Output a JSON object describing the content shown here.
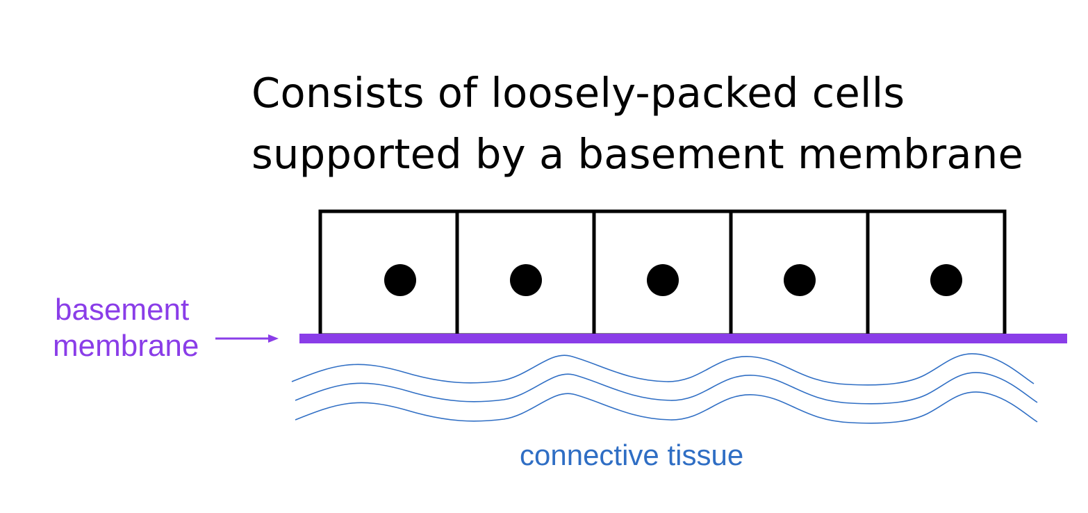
{
  "title": {
    "line1": "Consists of loosely-packed cells",
    "line2": "supported by a basement membrane"
  },
  "labels": {
    "basement_membrane_line1": "basement",
    "basement_membrane_line2": "membrane",
    "connective_tissue": "connective tissue"
  },
  "diagram": {
    "cell_count": 5,
    "colors": {
      "cell_outline": "#000000",
      "nucleus": "#000000",
      "basement_membrane": "#8a3de8",
      "connective_tissue": "#2f6ec4"
    }
  }
}
